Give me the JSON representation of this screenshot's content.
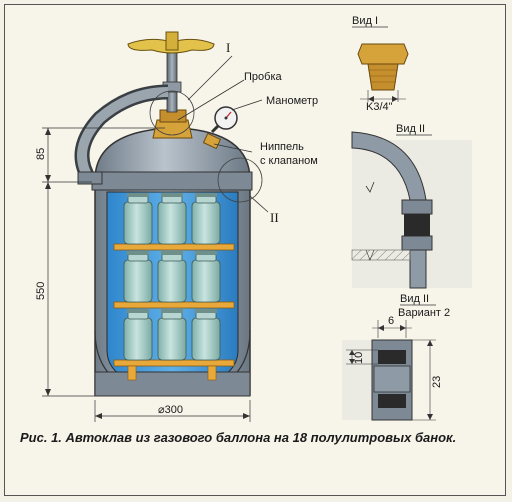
{
  "labels": {
    "view1": "Вид I",
    "view2": "Вид II",
    "view2_alt": "Вид II",
    "variant": "Вариант 2",
    "probka": "Пробка",
    "manometr": "Манометр",
    "nippel_1": "Ниппель",
    "nippel_2": "с клапаном",
    "roman1": "I",
    "roman2": "II",
    "thread": "K3/4\""
  },
  "dimensions": {
    "d85": "85",
    "d550": "550",
    "d300": "⌀300",
    "d6": "6",
    "d10": "10",
    "d23": "23"
  },
  "caption": "Рис. 1. Автоклав из газового баллона на 18 полулитровых банок.",
  "colors": {
    "tank": "#8e9aa6",
    "water": "#3b93d6",
    "shelf": "#e8a93a",
    "jar": "#9fc7c2",
    "brass": "#d6a23a",
    "handle": "#e2c24a"
  },
  "icons": [
    "manometer-icon",
    "valve-handle-icon",
    "nippel-icon"
  ]
}
